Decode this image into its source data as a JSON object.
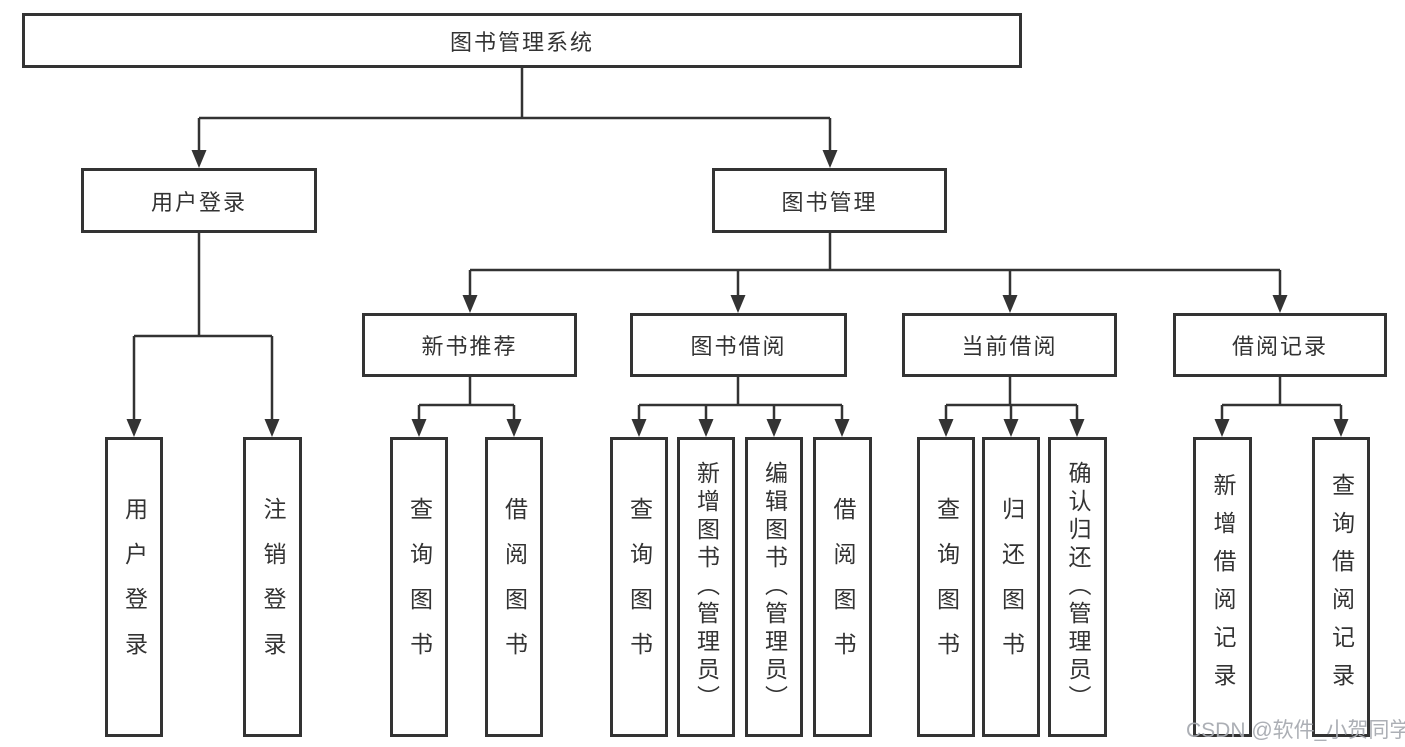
{
  "colors": {
    "line": "#333333",
    "box_border": "#333333",
    "box_fill": "#ffffff",
    "text": "#333333",
    "watermark": "#a8abb1"
  },
  "tree": {
    "root": "图书管理系统",
    "branches": [
      {
        "label": "用户登录",
        "children": [
          "用户登录",
          "注销登录"
        ]
      },
      {
        "label": "图书管理",
        "groups": [
          {
            "label": "新书推荐",
            "children": [
              "查询图书",
              "借阅图书"
            ]
          },
          {
            "label": "图书借阅",
            "children": [
              "查询图书",
              "新增图书（管理员）",
              "编辑图书（管理员）",
              "借阅图书"
            ]
          },
          {
            "label": "当前借阅",
            "children": [
              "查询图书",
              "归还图书",
              "确认归还（管理员）"
            ]
          },
          {
            "label": "借阅记录",
            "children": [
              "新增借阅记录",
              "查询借阅记录"
            ]
          }
        ]
      }
    ]
  },
  "watermark": "CSDN @软件_小贺同学"
}
